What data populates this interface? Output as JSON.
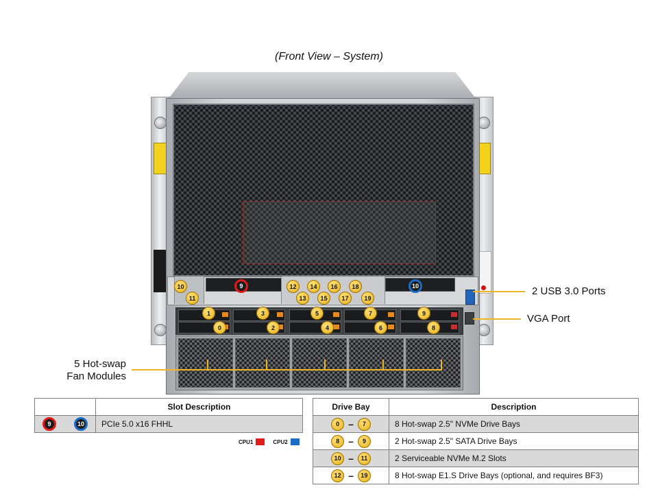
{
  "caption": "(Front View – System)",
  "callouts": {
    "usb": "2 USB 3.0 Ports",
    "vga": "VGA Port",
    "fans_line1": "5 Hot-swap",
    "fans_line2": "Fan Modules"
  },
  "badges": {
    "b1": "1",
    "b3": "3",
    "b5": "5",
    "b7": "7",
    "b9y": "9",
    "b0": "0",
    "b2": "2",
    "b4": "4",
    "b6": "6",
    "b8": "8",
    "b10y": "10",
    "b11": "11",
    "b12": "12",
    "b14": "14",
    "b16": "16",
    "b18": "18",
    "b13": "13",
    "b15": "15",
    "b17": "17",
    "b19": "19",
    "pcie9": "9",
    "pcie10": "10"
  },
  "slot_table": {
    "header_blank": "",
    "header": "Slot Description",
    "row_from": "9",
    "row_to": "10",
    "row_desc": "PCIe 5.0 x16 FHHL"
  },
  "legend": {
    "cpu1": "CPU1",
    "cpu2": "CPU2",
    "cpu1_color": "#e11a1a",
    "cpu2_color": "#1a6ec8"
  },
  "drive_table": {
    "header_bay": "Drive Bay",
    "header_desc": "Description",
    "rows": [
      {
        "from": "0",
        "to": "7",
        "desc": "8 Hot-swap 2.5\" NVMe Drive Bays"
      },
      {
        "from": "8",
        "to": "9",
        "desc": "2 Hot-swap 2.5\" SATA Drive Bays"
      },
      {
        "from": "10",
        "to": "11",
        "desc": "2 Serviceable NVMe M.2 Slots"
      },
      {
        "from": "12",
        "to": "19",
        "desc": "8 Hot-swap E1.S Drive Bays (optional, and requires BF3)"
      }
    ]
  },
  "colors": {
    "callout_line": "#efb422",
    "badge_yellow": "#e7b019"
  }
}
